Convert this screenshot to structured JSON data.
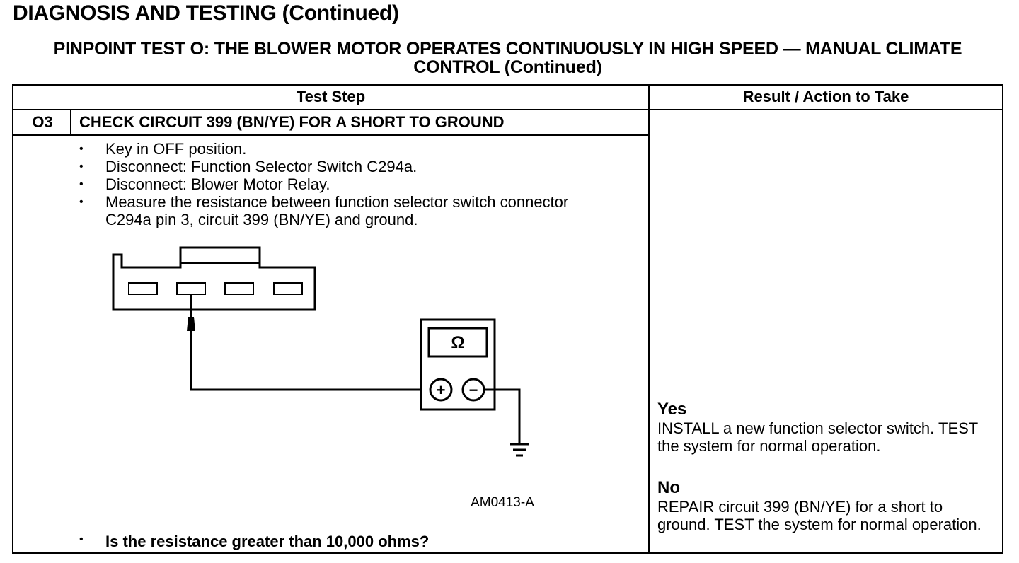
{
  "header": {
    "title": "DIAGNOSIS AND TESTING (Continued)",
    "subtitle": "PINPOINT TEST  O: THE BLOWER MOTOR OPERATES CONTINUOUSLY IN HIGH SPEED — MANUAL CLIMATE CONTROL (Continued)"
  },
  "table": {
    "col_test_step": "Test Step",
    "col_result": "Result / Action to Take"
  },
  "step": {
    "number": "O3",
    "heading": "CHECK CIRCUIT 399 (BN/YE) FOR A SHORT TO GROUND",
    "bullets": [
      "Key in OFF position.",
      "Disconnect: Function Selector Switch C294a.",
      "Disconnect: Blower Motor Relay.",
      "Measure the resistance between function selector switch connector C294a pin 3, circuit 399 (BN/YE) and ground."
    ],
    "question": "Is the resistance greater than 10,000 ohms?"
  },
  "diagram": {
    "meter_symbol": "Ω",
    "plus_symbol": "+",
    "minus_symbol": "−",
    "figure_id": "AM0413-A",
    "connector_pins": 4,
    "probed_pin": 2
  },
  "results": {
    "yes_label": "Yes",
    "yes_text": "INSTALL a new function selector switch. TEST the system for normal operation.",
    "no_label": "No",
    "no_text": "REPAIR circuit 399 (BN/YE) for a short to ground. TEST the system for normal operation."
  }
}
